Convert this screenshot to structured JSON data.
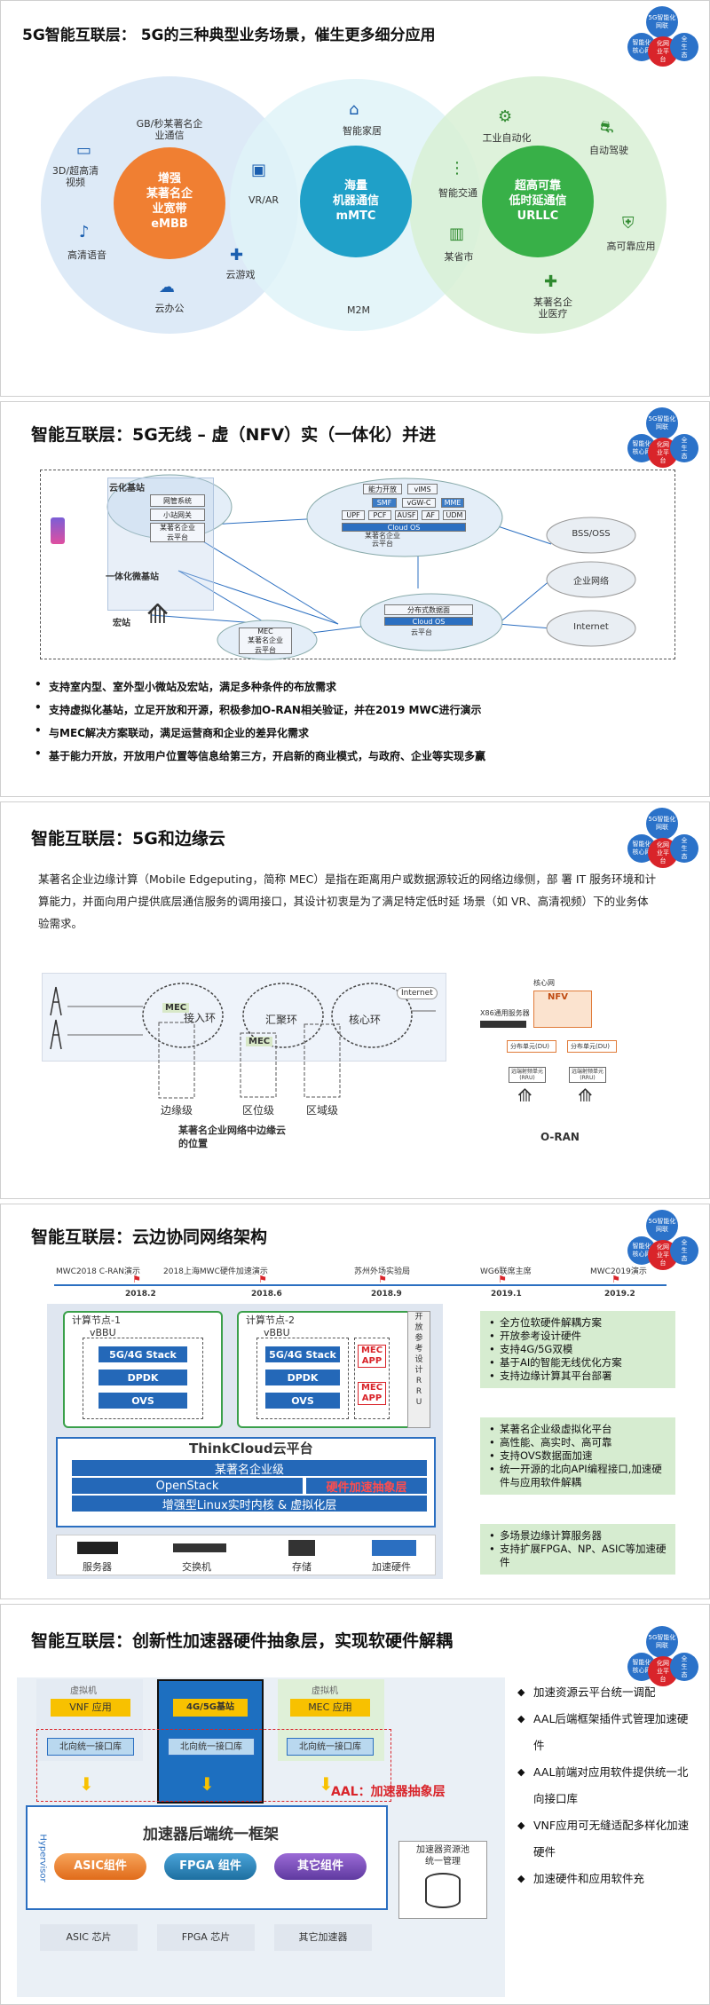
{
  "logo": {
    "c1": "5G智能化\n网联",
    "c2": "智能化\n核心网",
    "c3": "化网\n业平\n台",
    "c4": "全\n生\n态"
  },
  "slide1": {
    "title": "5G智能互联层：  5G的三种典型业务场景，催生更多细分应用",
    "embb": "增强\n某著名企\n业宽带\neMBB",
    "mmtc": "海量\n机器通信\nmMTC",
    "urllc": "超高可靠\n低时延通信\nURLLC",
    "labels": {
      "gb": "GB/秒某著名企\n业通信",
      "vid": "3D/超高清\n视频",
      "voice": "高清语音",
      "office": "云办公",
      "game": "云游戏",
      "vrar": "VR/AR",
      "home": "智能家居",
      "traffic": "智能交通",
      "city": "某省市",
      "m2m": "M2M",
      "industry": "工业自动化",
      "drive": "自动驾驶",
      "reliable": "高可靠应用",
      "medical": "某著名企\n业医疗"
    },
    "colors": {
      "embb": "#f07f32",
      "mmtc": "#1fa0c8",
      "urllc": "#38b048"
    }
  },
  "slide2": {
    "title": "智能互联层：5G无线    – 虚（NFV）实（一体化）并进",
    "cloud_bs": "云化基站",
    "integrated_bs": "一体化微基站",
    "macro": "宏站",
    "boxes": [
      "网管系统",
      "小站网关",
      "某著名企业\n云平台"
    ],
    "cloud_top": [
      "能力开放",
      "vIMS",
      "SMF",
      "vGW-C",
      "MME",
      "UPF",
      "PCF",
      "AUSF",
      "AF",
      "UDM",
      "Cloud OS",
      "某著名企业\n云平台"
    ],
    "mec": "MEC\n某著名企业\n云平台",
    "dist": [
      "分布式数据面",
      "Cloud OS",
      "云平台"
    ],
    "ext": [
      "BSS/OSS",
      "企业网络",
      "Internet"
    ],
    "bullets": [
      "支持室内型、室外型小微站及宏站，满足多种条件的布放需求",
      "支持虚拟化基站，立足开放和开源，积极参加O-RAN相关验证，并在2019 MWC进行演示",
      "与MEC解决方案联动，满足运营商和企业的差异化需求",
      "基于能力开放，开放用户位置等信息给第三方，开启新的商业模式，与政府、企业等实现多赢"
    ]
  },
  "slide3": {
    "title": "智能互联层：5G和边缘云",
    "para": "某著名企业边缘计算（Mobile Edgeputing，简称 MEC）是指在距离用户或数据源较近的网络边缘侧，部 署 IT 服务环境和计算能力，并面向用户提供底层通信服务的调用接口，其设计初衷是为了满足特定低时延 场景（如 VR、高清视频）下的业务体验需求。",
    "rings": [
      "接入环",
      "汇聚环",
      "核心环"
    ],
    "internet": "Internet",
    "mec": "MEC",
    "levels": [
      "边缘级",
      "区位级",
      "区域级"
    ],
    "caption": "某著名企业网络中边缘云\n的位置",
    "oran": "O-RAN",
    "oran_parts": [
      "核心网",
      "X86通用服务器",
      "NFV",
      "分布单元(DU)",
      "远端射频单元(RRU)"
    ]
  },
  "slide4": {
    "title": "智能互联层：云边协同网络架构",
    "timeline": [
      {
        "label": "MWC2018 C-RAN演示",
        "date": "2018.2"
      },
      {
        "label": "2018上海MWC硬件加速演示",
        "date": "2018.6"
      },
      {
        "label": "苏州外场实验局",
        "date": "2018.9"
      },
      {
        "label": "WG6联席主席",
        "date": "2019.1"
      },
      {
        "label": "MWC2019演示",
        "date": "2019.2"
      }
    ],
    "node1": "计算节点-1",
    "node2": "计算节点-2",
    "vbbu": "vBBU",
    "stack": "5G/4G Stack",
    "dpdk": "DPDK",
    "ovs": "OVS",
    "mec_app": "MEC\nAPP",
    "side": "开\n放\n参\n考\n设\n计\nR\nR\nU",
    "platform": "ThinkCloud云平台",
    "bars": [
      "某著名企业级",
      "OpenStack",
      "硬件加速抽象层",
      "增强型Linux实时内核 & 虚拟化层"
    ],
    "hw": [
      "服务器",
      "交换机",
      "存储",
      "加速硬件"
    ],
    "feat1": [
      "全方位软硬件解耦方案",
      "开放参考设计硬件",
      "支持4G/5G双模",
      "基于AI的智能无线优化方案",
      "支持边缘计算其平台部署"
    ],
    "feat2": [
      "某著名企业级虚拟化平台",
      "高性能、高实时、高可靠",
      "支持OVS数据面加速",
      "统一开源的北向API编程接口,加速硬件与应用软件解耦"
    ],
    "feat3": [
      "多场景边缘计算服务器",
      "支持扩展FPGA、NP、ASIC等加速硬件"
    ]
  },
  "slide5": {
    "title": "智能互联层：创新性加速器硬件抽象层，实现软硬件解耦",
    "vm": "虚拟机",
    "vnf": "VNF 应用",
    "bs": "4G/5G基站",
    "mec_app": "MEC 应用",
    "north": "北向统一接口库",
    "aal": "AAL：加速器抽象层",
    "framework": "加速器后端统一框架",
    "asic": "ASIC组件",
    "fpga": "FPGA 组件",
    "other": "其它组件",
    "hypervisor": "Hypervisor",
    "pool": "加速器资源池\n统一管理",
    "chips": [
      "ASIC 芯片",
      "FPGA 芯片",
      "其它加速器"
    ],
    "right": [
      "加速资源云平台统一调配",
      "AAL后端框架插件式管理加速硬件",
      "AAL前端对应用软件提供统一北向接口库",
      "VNF应用可无缝适配多样化加速硬件",
      "加速硬件和应用软件充"
    ]
  }
}
